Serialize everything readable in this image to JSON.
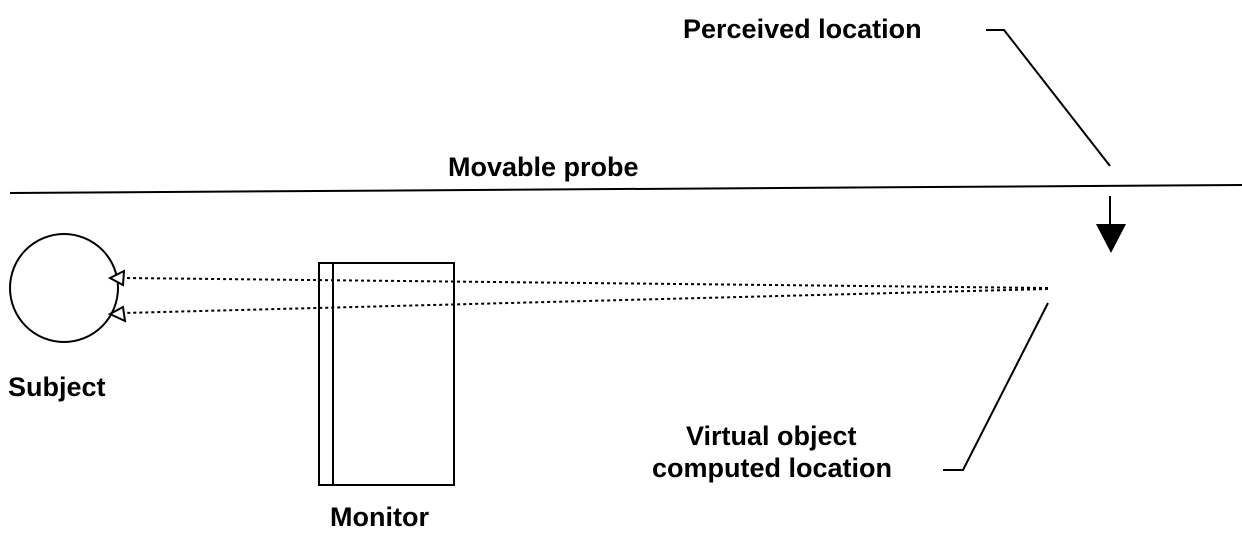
{
  "labels": {
    "perceived_location": "Perceived location",
    "movable_probe": "Movable probe",
    "subject": "Subject",
    "monitor": "Monitor",
    "virtual_object_line1": "Virtual object",
    "virtual_object_line2": "computed location"
  },
  "colors": {
    "ink": "#000000",
    "background": "#ffffff"
  }
}
